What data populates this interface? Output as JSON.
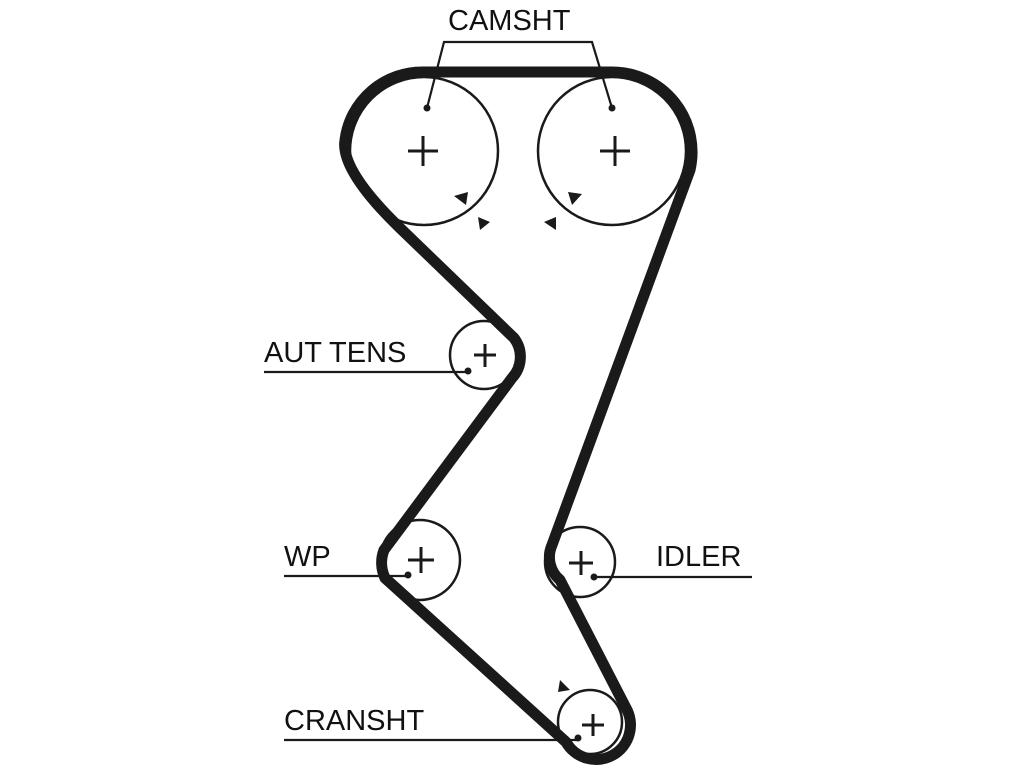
{
  "diagram": {
    "labels": {
      "camshaft": "CAMSHT",
      "tensioner": "AUT TENS",
      "water_pump": "WP",
      "idler": "IDLER",
      "crankshaft": "CRANSHT"
    },
    "colors": {
      "belt": "#1a1a1a",
      "background": "#ffffff"
    }
  }
}
